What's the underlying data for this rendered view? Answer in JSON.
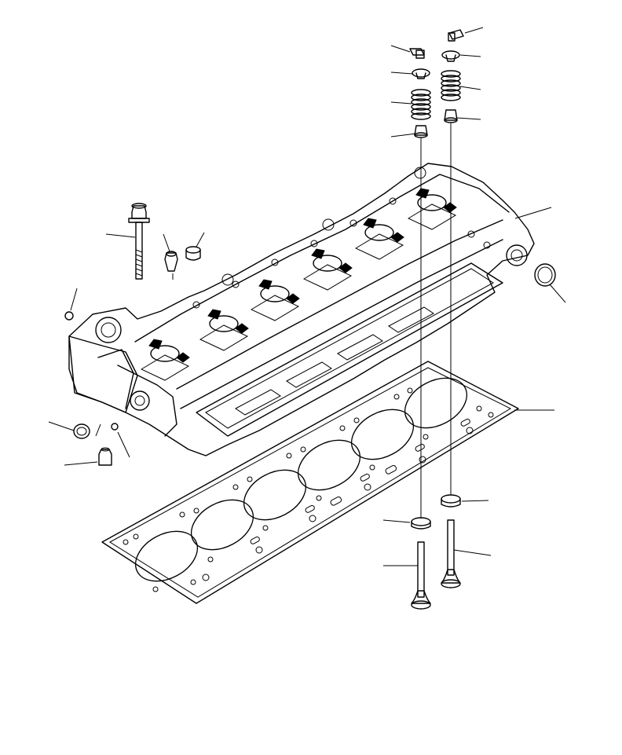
{
  "diagram": {
    "background": "#ffffff",
    "line_color": "#000000",
    "parts": [
      "cylinder-head",
      "head-gasket",
      "head-bolt",
      "valve-cotter",
      "spring-retainer",
      "valve-spring",
      "valve-stem-seal",
      "valve-seat-insert",
      "intake-valve",
      "exhaust-valve",
      "expansion-plug",
      "dowel-sleeve",
      "nut",
      "plug",
      "washer"
    ]
  }
}
